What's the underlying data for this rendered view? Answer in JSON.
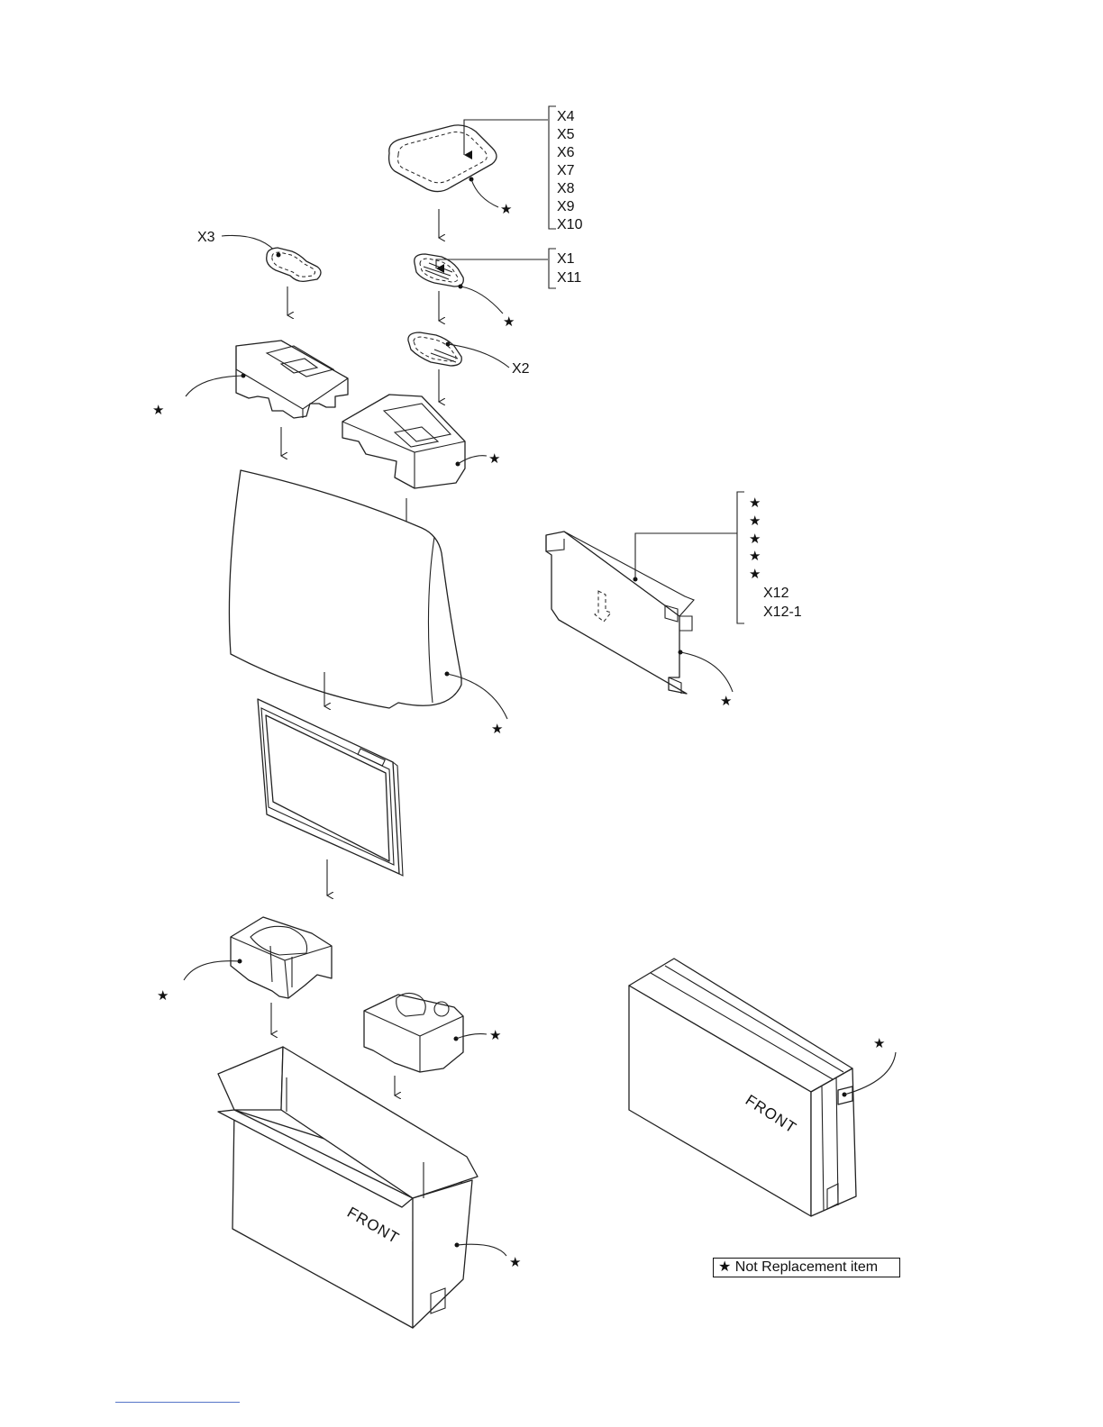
{
  "bracket_top": {
    "labels": [
      "X4",
      "X5",
      "X6",
      "X7",
      "X8",
      "X9",
      "X10"
    ]
  },
  "bracket_mid": {
    "labels": [
      "X1",
      "X11"
    ]
  },
  "callouts": {
    "x2": "X2",
    "x3": "X3"
  },
  "bracket_right": {
    "stars": [
      "★",
      "★",
      "★",
      "★",
      "★"
    ],
    "labels": [
      "X12",
      "X12-1"
    ]
  },
  "marks": {
    "star": "★"
  },
  "box_text": {
    "open_box": "FRONT",
    "sealed_box": "FRONT"
  },
  "legend": {
    "text": "★ Not Replacement item"
  }
}
